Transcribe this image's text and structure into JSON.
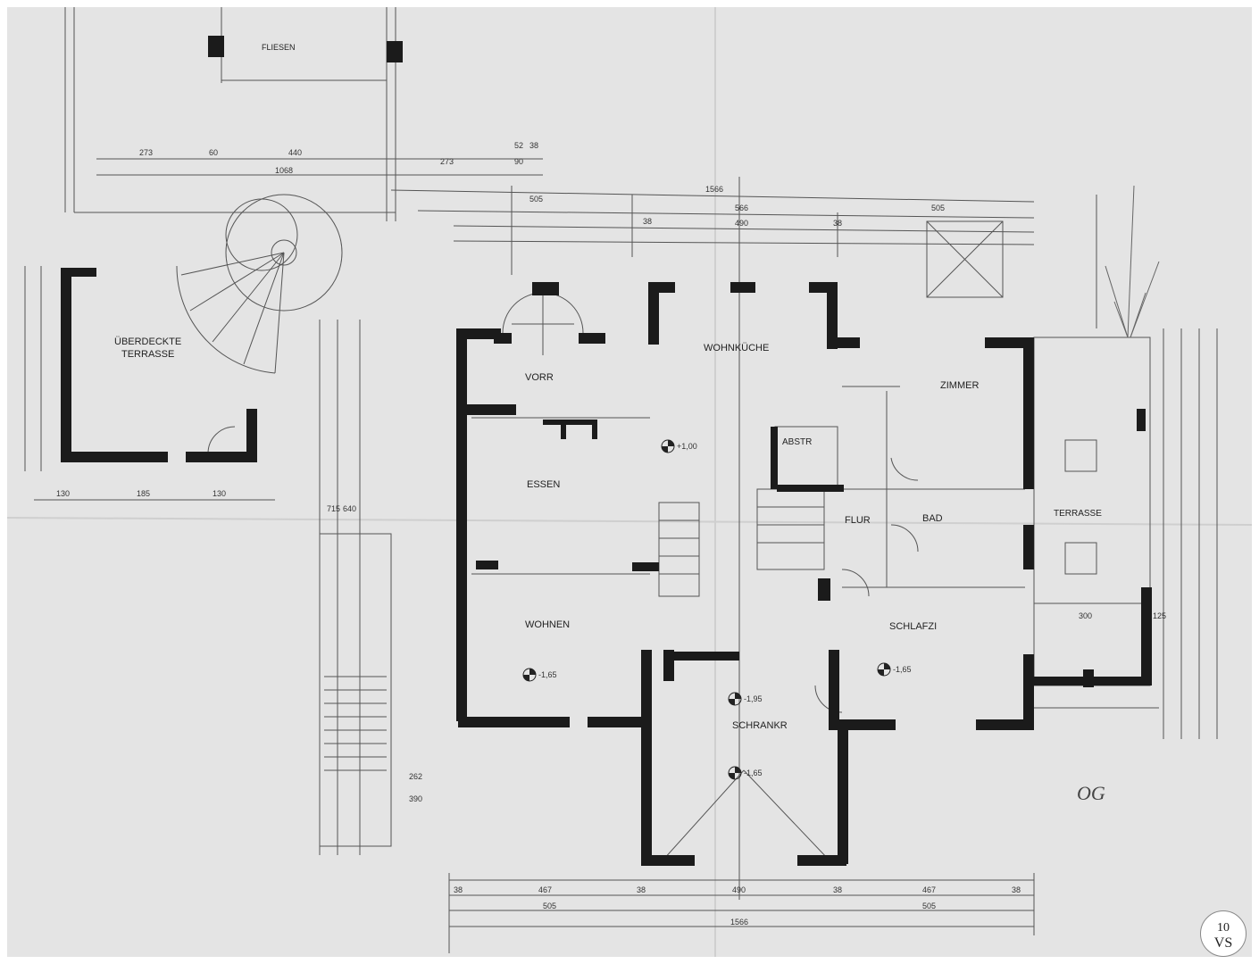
{
  "rooms": {
    "ueberdeckte_terrasse": [
      "ÜBERDECKTE",
      "TERRASSE"
    ],
    "fliesen": "FLIESEN",
    "vorr": "VORR",
    "wohnkueche": "WOHNKÜCHE",
    "zimmer": "ZIMMER",
    "abstr": "ABSTR",
    "essen": "ESSEN",
    "flur": "FLUR",
    "bad": "BAD",
    "terrasse": "TERRASSE",
    "wohnen": "WOHNEN",
    "schlafzi": "SCHLAFZI",
    "schrankr": "SCHRANKR"
  },
  "levels": {
    "kueche": "+1,00",
    "wohnen": "-1,65",
    "schrank_top": "-1,95",
    "schrank_mid": "-1,65",
    "schlaf": "-1,65"
  },
  "dims": {
    "top_row": [
      "273",
      "60",
      "440",
      "52",
      "38"
    ],
    "top_total_left": "1068",
    "top_sub": [
      "273",
      "90"
    ],
    "overall_top": "1566",
    "top_segments": [
      "505",
      "566",
      "505"
    ],
    "top_inner": [
      "38",
      "490",
      "38"
    ],
    "bottom_row": [
      "38",
      "467",
      "38",
      "490",
      "38",
      "467",
      "38"
    ],
    "bottom_mid": [
      "505",
      "505"
    ],
    "overall_bottom": "1566",
    "left_terr": [
      "130",
      "185",
      "130"
    ],
    "right_terr": "300",
    "right_side": "125",
    "left_vertical": [
      "715",
      "640",
      "262",
      "390"
    ]
  },
  "annotation": "OG",
  "logo": {
    "top": "10",
    "bottom": "VS"
  }
}
